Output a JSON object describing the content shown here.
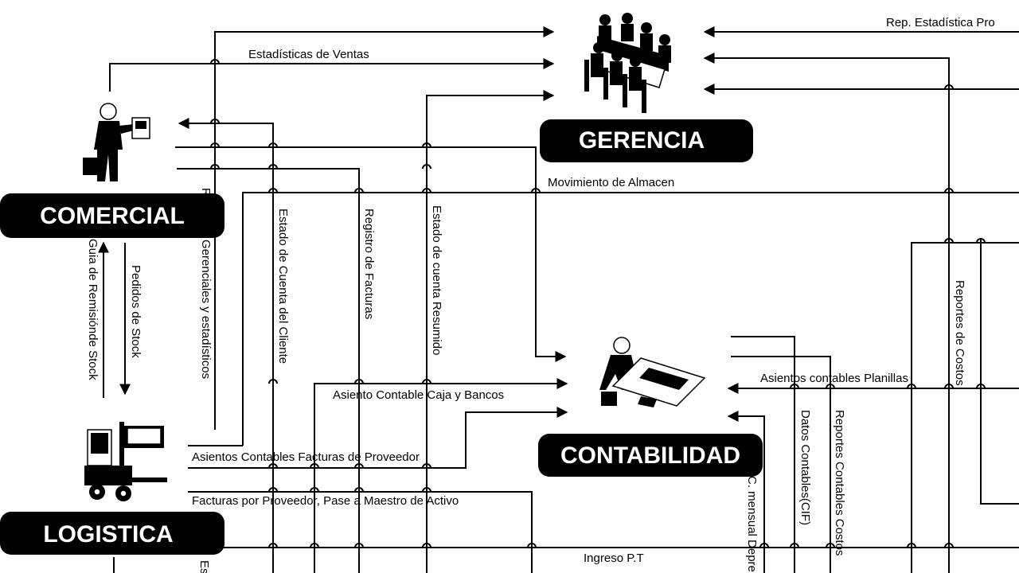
{
  "departments": {
    "gerencia": "GERENCIA",
    "comercial": "COMERCIAL",
    "contabilidad": "CONTABILIDAD",
    "logistica": "LOGISTICA"
  },
  "labels": {
    "rep_estadistica": "Rep. Estadística  Pro",
    "estadisticas_ventas": "Estadísticas de Ventas",
    "movimiento_almacen": "Movimiento de Almacen",
    "reportes_gerenciales": "Reportes Gerenciales y estadísticos",
    "estado_cuenta_cliente": "Estado de Cuenta del Cliente",
    "registro_facturas": "Registro de Facturas",
    "estado_cuenta_resumido": "Estado de cuenta Resumido",
    "guia_remision": "Guia de Remisiónde Stock",
    "pedidos_stock": "Pedidos de Stock",
    "reportes_costos": "Reportes de Costos",
    "asientos_planillas": "Asientos contables Planillas",
    "asiento_caja_bancos": "Asiento Contable Caja y Bancos",
    "asientos_facturas_proveedor": "Asientos Contables Facturas de Proveedor",
    "facturas_proveedor_activo": "Facturas por Proveedor, Pase a Maestro de Activo",
    "ingreso_pt": "Ingreso P.T",
    "datos_contables_cif": "Datos Contables(CIF)",
    "reportes_contables_costos": "Reportes Contables Costos",
    "c_mensual_depre": "C. mensual Depre",
    "est_bottom": "Es"
  },
  "icons": {
    "meeting": "meeting-table-icon",
    "salesman": "salesman-icon",
    "accountant": "accountant-desk-icon",
    "forklift": "forklift-icon"
  }
}
